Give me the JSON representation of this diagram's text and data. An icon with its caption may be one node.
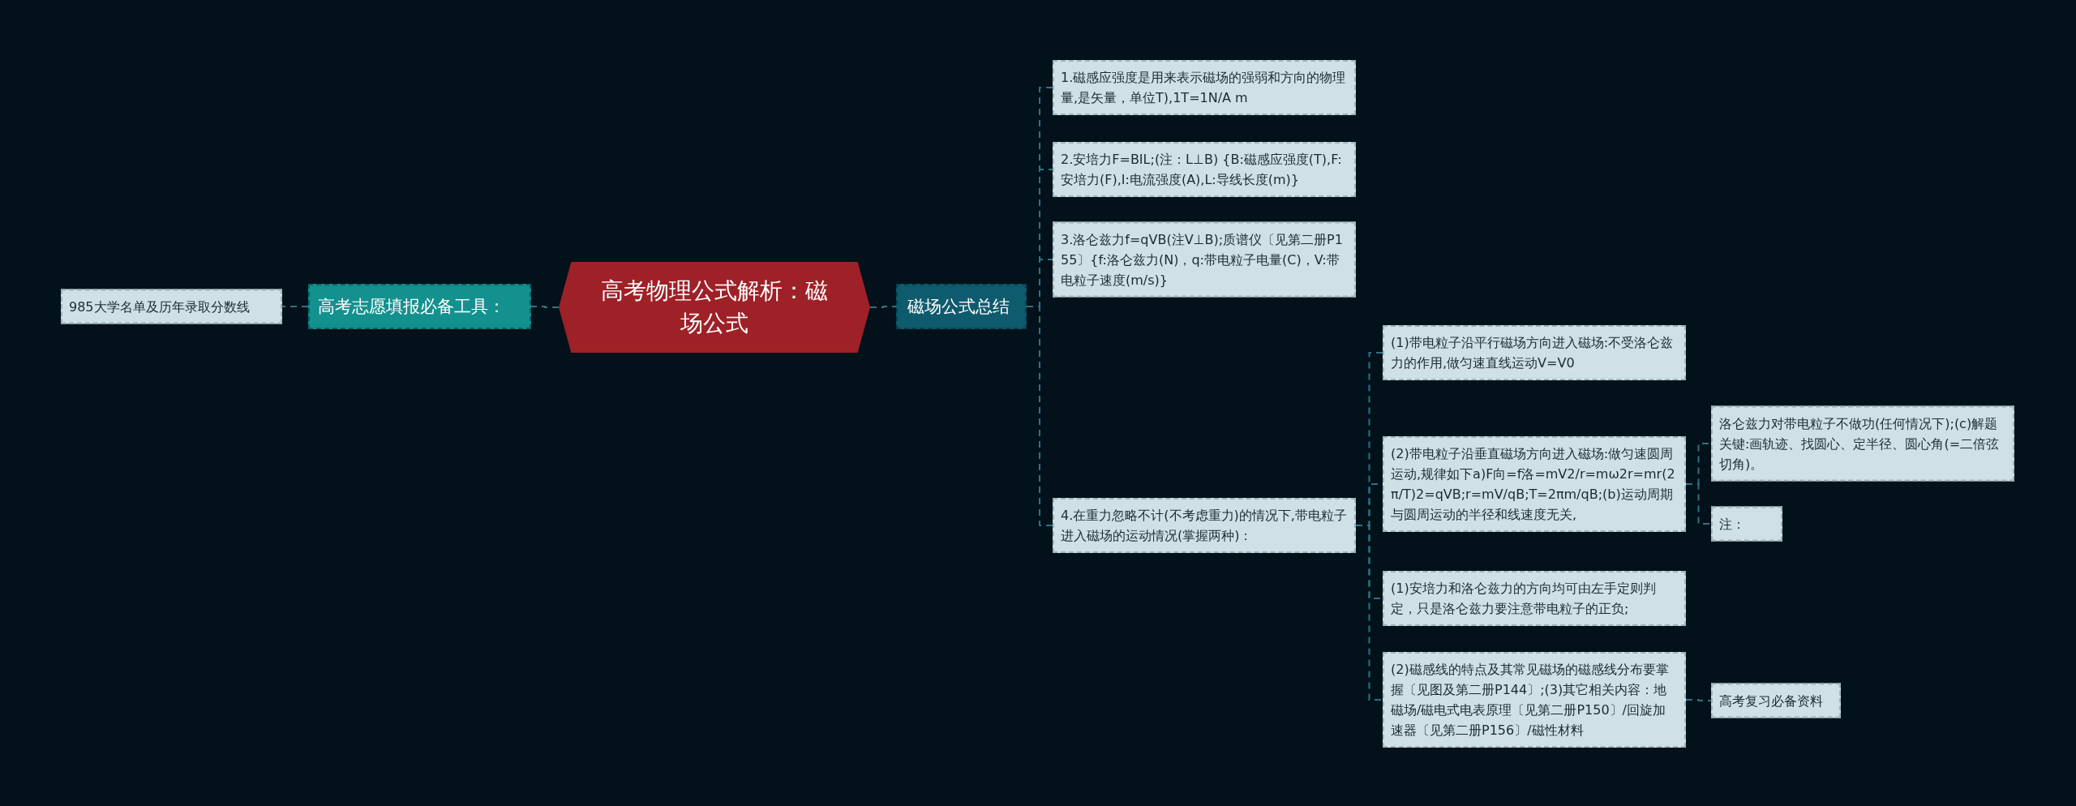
{
  "diagram": {
    "nodes": [
      {
        "text": [
          "高考物理公式解析：磁场公式"
        ]
      },
      {
        "text": [
          "高考志愿填报必备工具："
        ]
      },
      {
        "text": [
          "985大学名单及历年录取分数线"
        ]
      },
      {
        "text": [
          "磁场公式总结"
        ]
      },
      {
        "text": [
          "1.磁感应强度是用来表示磁场的强弱和方向的物理量,是矢量，单位T),1T=1N/A m"
        ]
      },
      {
        "text": [
          "2.安培力F=BIL;(注：L⊥B) {B:磁感应强度(T),F:安培力(F),I:电流强度(A),L:导线长度(m)}"
        ]
      },
      {
        "text": [
          "3.洛仑兹力f=qVB(注V⊥B);质谱仪〔见第二册P155〕{f:洛仑兹力(N)，q:带电粒子电量(C)，V:带电粒子速度(m/s)}"
        ]
      },
      {
        "text": [
          "4.在重力忽略不计(不考虑重力)的情况下,带电粒子进入磁场的运动情况(掌握两种)："
        ]
      },
      {
        "text": [
          "(1)带电粒子沿平行磁场方向进入磁场:不受洛仑兹力的作用,做匀速直线运动V=V0"
        ]
      },
      {
        "text": [
          "(2)带电粒子沿垂直磁场方向进入磁场:做匀速圆周运动,规律如下a)F向=f洛=mV2/r=mω2r=mr(2π/T)2=qVB;r=mV/qB;T=2πm/qB;(b)运动周期与圆周运动的半径和线速度无关,"
        ]
      },
      {
        "text": [
          "洛仑兹力对带电粒子不做功(任何情况下);(c)解题关键:画轨迹、找圆心、定半径、圆心角(=二倍弦切角)。"
        ]
      },
      {
        "text": [
          "注："
        ]
      },
      {
        "text": [
          "(1)安培力和洛仑兹力的方向均可由左手定则判定，只是洛仑兹力要注意带电粒子的正负;"
        ]
      },
      {
        "text": [
          "(2)磁感线的特点及其常见磁场的磁感线分布要掌握〔见图及第二册P144〕;(3)其它相关内容：地磁场/磁电式电表原理〔见第二册P150〕/回旋加速器〔见第二册P156〕/磁性材料"
        ]
      },
      {
        "text": [
          "高考复习必备资料"
        ]
      }
    ],
    "edges": [
      {
        "from": 0,
        "to": 1,
        "arrow": "none",
        "style": "dashed"
      },
      {
        "from": 1,
        "to": 2,
        "arrow": "none",
        "style": "dashed"
      },
      {
        "from": 0,
        "to": 3,
        "arrow": "none",
        "style": "dashed"
      },
      {
        "from": 3,
        "to": 4,
        "arrow": "none",
        "style": "dashed"
      },
      {
        "from": 3,
        "to": 5,
        "arrow": "none",
        "style": "dashed"
      },
      {
        "from": 3,
        "to": 6,
        "arrow": "none",
        "style": "dashed"
      },
      {
        "from": 3,
        "to": 7,
        "arrow": "none",
        "style": "dashed"
      },
      {
        "from": 7,
        "to": 8,
        "arrow": "none",
        "style": "dashed"
      },
      {
        "from": 7,
        "to": 9,
        "arrow": "none",
        "style": "dashed"
      },
      {
        "from": 7,
        "to": 12,
        "arrow": "none",
        "style": "dashed"
      },
      {
        "from": 7,
        "to": 13,
        "arrow": "none",
        "style": "dashed"
      },
      {
        "from": 9,
        "to": 10,
        "arrow": "none",
        "style": "dashed"
      },
      {
        "from": 9,
        "to": 11,
        "arrow": "none",
        "style": "dashed"
      },
      {
        "from": 13,
        "to": 14,
        "arrow": "none",
        "style": "dashed"
      }
    ]
  }
}
